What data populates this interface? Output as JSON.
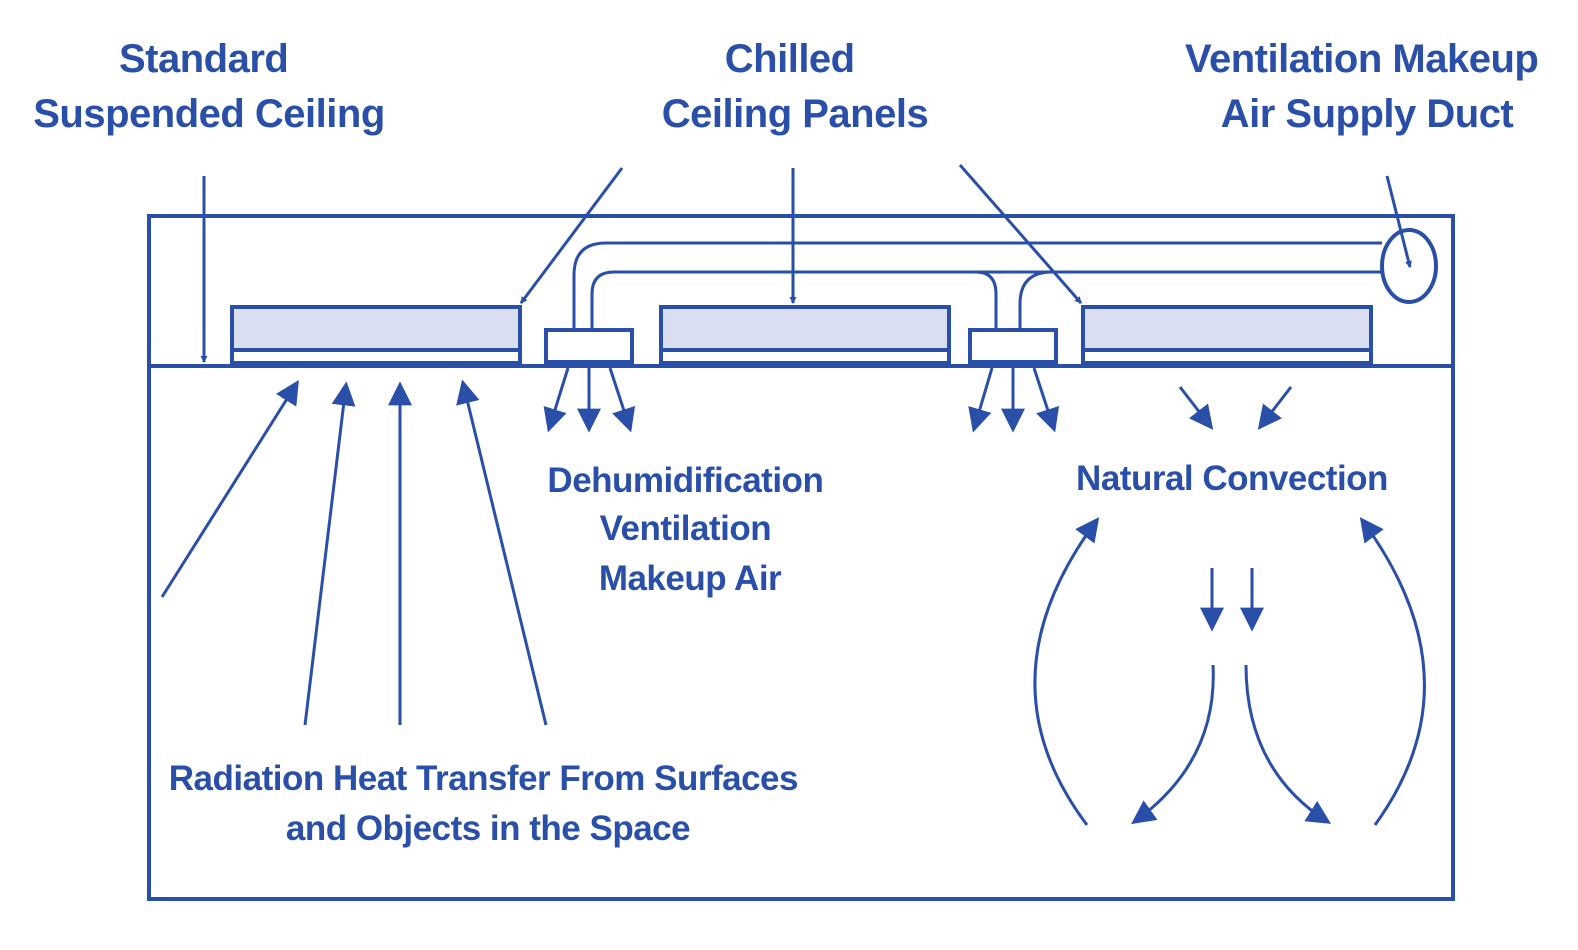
{
  "colors": {
    "ink": "#2a4fa8",
    "panel_fill": "#d9def0",
    "background": "#ffffff"
  },
  "labels": {
    "standard_ceiling": [
      "Standard",
      "Suspended Ceiling"
    ],
    "chilled_panels": [
      "Chilled",
      "Ceiling Panels"
    ],
    "makeup_duct": [
      "Ventilation Makeup",
      "Air Supply Duct"
    ],
    "dehumidification": [
      "Dehumidification",
      "Ventilation",
      "Makeup Air"
    ],
    "natural_convection": [
      "Natural Convection"
    ],
    "radiation": [
      "Radiation Heat Transfer From Surfaces",
      "and Objects in the Space"
    ]
  }
}
